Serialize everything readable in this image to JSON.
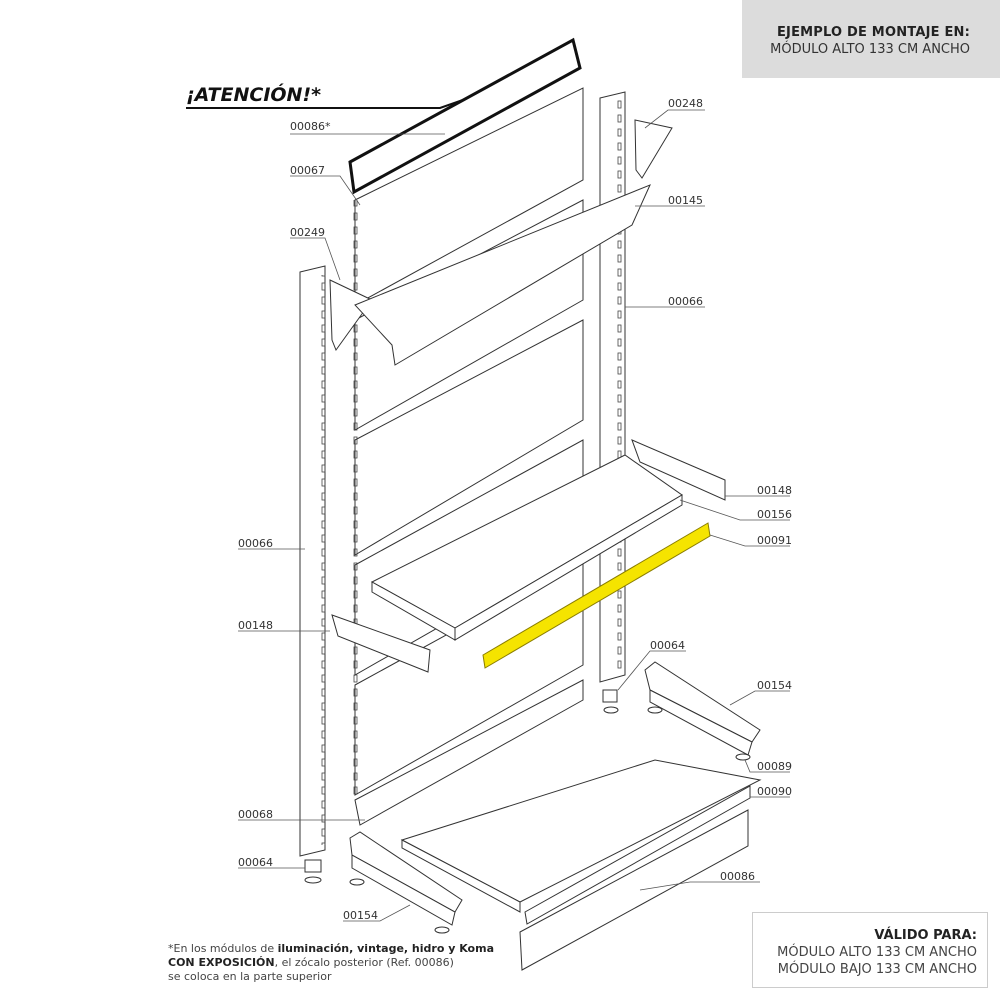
{
  "example_box": {
    "title": "EJEMPLO DE MONTAJE EN:",
    "subtitle": "MÓDULO ALTO 133 CM ANCHO"
  },
  "warning": "¡ATENCIÓN!*",
  "valid_box": {
    "title": "VÁLIDO PARA:",
    "lines": [
      "MÓDULO ALTO 133 CM ANCHO",
      "MÓDULO BAJO 133 CM ANCHO"
    ]
  },
  "footnote": {
    "prefix": "*En los módulos de ",
    "bold1": "iluminación, vintage, hidro y Koma",
    "bold2": "CON EXPOSICIÓN",
    "mid": ", el zócalo posterior (Ref. 00086)",
    "end": "se coloca en la parte superior"
  },
  "highlight_color": "#f5e400",
  "parts": {
    "top_beam": "00086*",
    "top_panel": "00067",
    "left_bracket": "00249",
    "right_bracket": "00248",
    "bracket_shelf": "00145",
    "right_upright": "00066",
    "right_shelf_bracket": "00148",
    "shelf": "00156",
    "price_strip": "00091",
    "left_upright": "00066",
    "left_shelf_bracket": "00148",
    "right_foot": "00064",
    "right_base": "00154",
    "leveler": "00089",
    "front_strip": "00090",
    "bottom_panel": "00068",
    "left_foot": "00064",
    "kickplate": "00086",
    "left_base": "00154"
  }
}
